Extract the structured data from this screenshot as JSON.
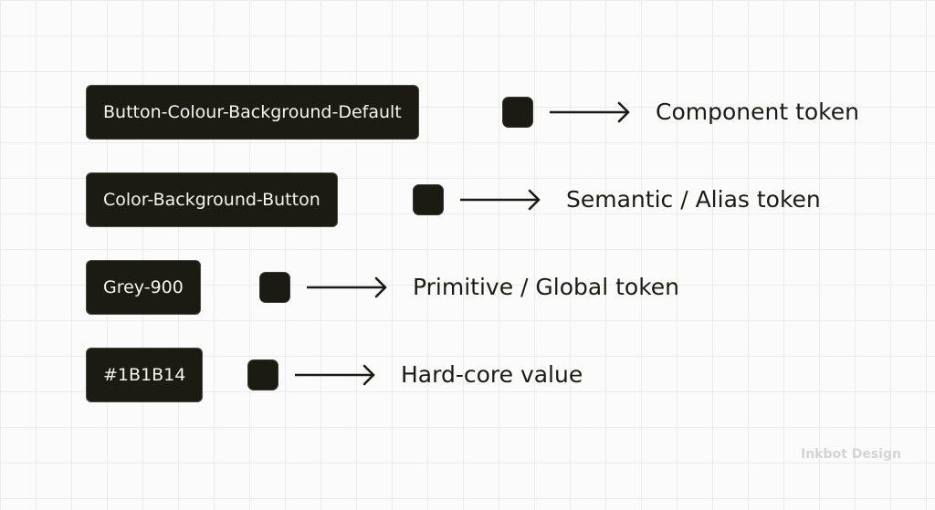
{
  "swatch_color": "#1B1B14",
  "rows": [
    {
      "token": "Button-Colour-Background-Default",
      "tier": "Component token",
      "swatch_icon": "color-swatch-icon",
      "arrow_icon": "arrow-right-icon"
    },
    {
      "token": "Color-Background-Button",
      "tier": "Semantic / Alias token",
      "swatch_icon": "color-swatch-icon",
      "arrow_icon": "arrow-right-icon"
    },
    {
      "token": "Grey-900",
      "tier": "Primitive / Global token",
      "swatch_icon": "color-swatch-icon",
      "arrow_icon": "arrow-right-icon"
    },
    {
      "token": "#1B1B14",
      "tier": "Hard-core value",
      "swatch_icon": "color-swatch-icon",
      "arrow_icon": "arrow-right-icon"
    }
  ],
  "watermark": "Inkbot Design"
}
